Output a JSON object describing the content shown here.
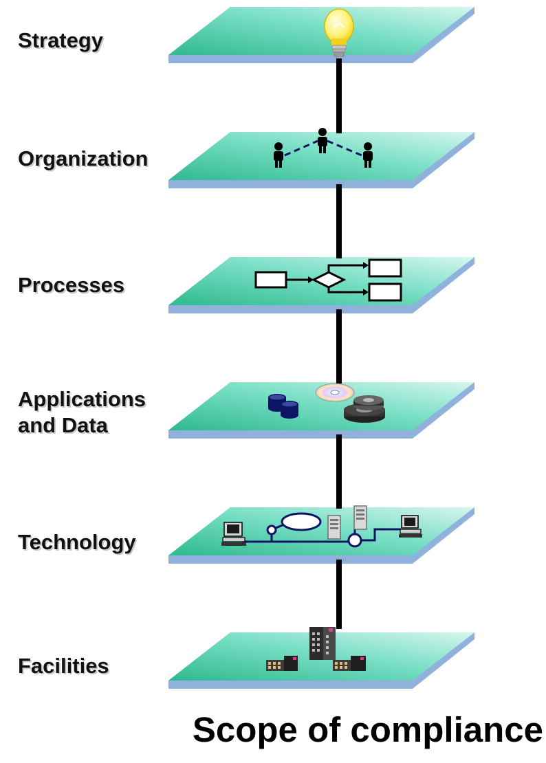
{
  "title": "Scope of compliance",
  "layers": [
    {
      "label": "Strategy",
      "icon": "lightbulb-icon"
    },
    {
      "label": "Organization",
      "icon": "people-network-icon"
    },
    {
      "label": "Processes",
      "icon": "process-flow-icon"
    },
    {
      "label": "Applications",
      "label_line2": "and Data",
      "icon": "data-storage-icon"
    },
    {
      "label": "Technology",
      "icon": "network-infrastructure-icon"
    },
    {
      "label": "Facilities",
      "icon": "buildings-icon"
    }
  ],
  "colors": {
    "plane_light": "#c4f0e6",
    "plane_mid": "#5fd7b9",
    "plane_dark": "#2fb98f",
    "plane_edge": "#8fb1dc",
    "connector": "#000000",
    "icon_navy": "#0c1464"
  }
}
